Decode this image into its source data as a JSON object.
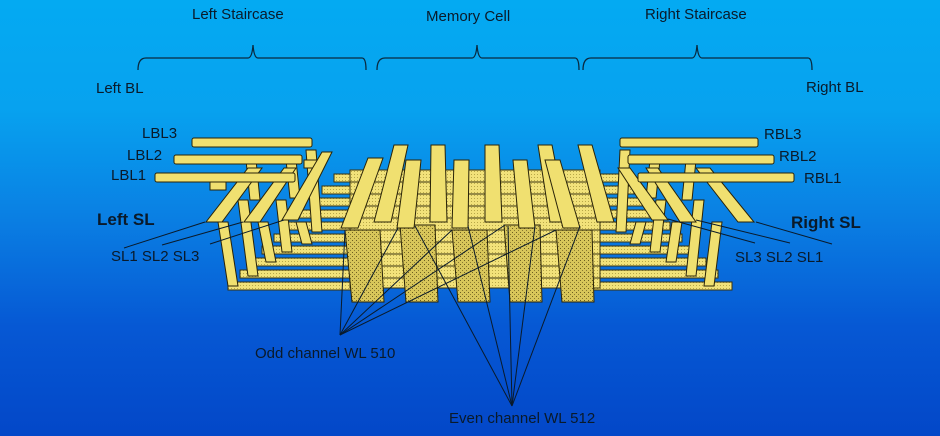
{
  "sections": {
    "left_staircase": "Left Staircase",
    "memory_cell": "Memory Cell",
    "right_staircase": "Right Staircase"
  },
  "bitlines": {
    "left_bl": "Left BL",
    "right_bl": "Right BL",
    "left": [
      "LBL3",
      "LBL2",
      "LBL1"
    ],
    "right": [
      "RBL3",
      "RBL2",
      "RBL1"
    ]
  },
  "source_lines": {
    "left_sl": "Left SL",
    "right_sl": "Right SL",
    "left": "SL1 SL2 SL3",
    "right": "SL3 SL2 SL1"
  },
  "wordlines": {
    "odd": "Odd channel WL 510",
    "even": "Even channel WL 512"
  },
  "colors": {
    "structure": "#f0e070",
    "structure_dark": "#8a7a28",
    "text": "#0a1a2a"
  }
}
